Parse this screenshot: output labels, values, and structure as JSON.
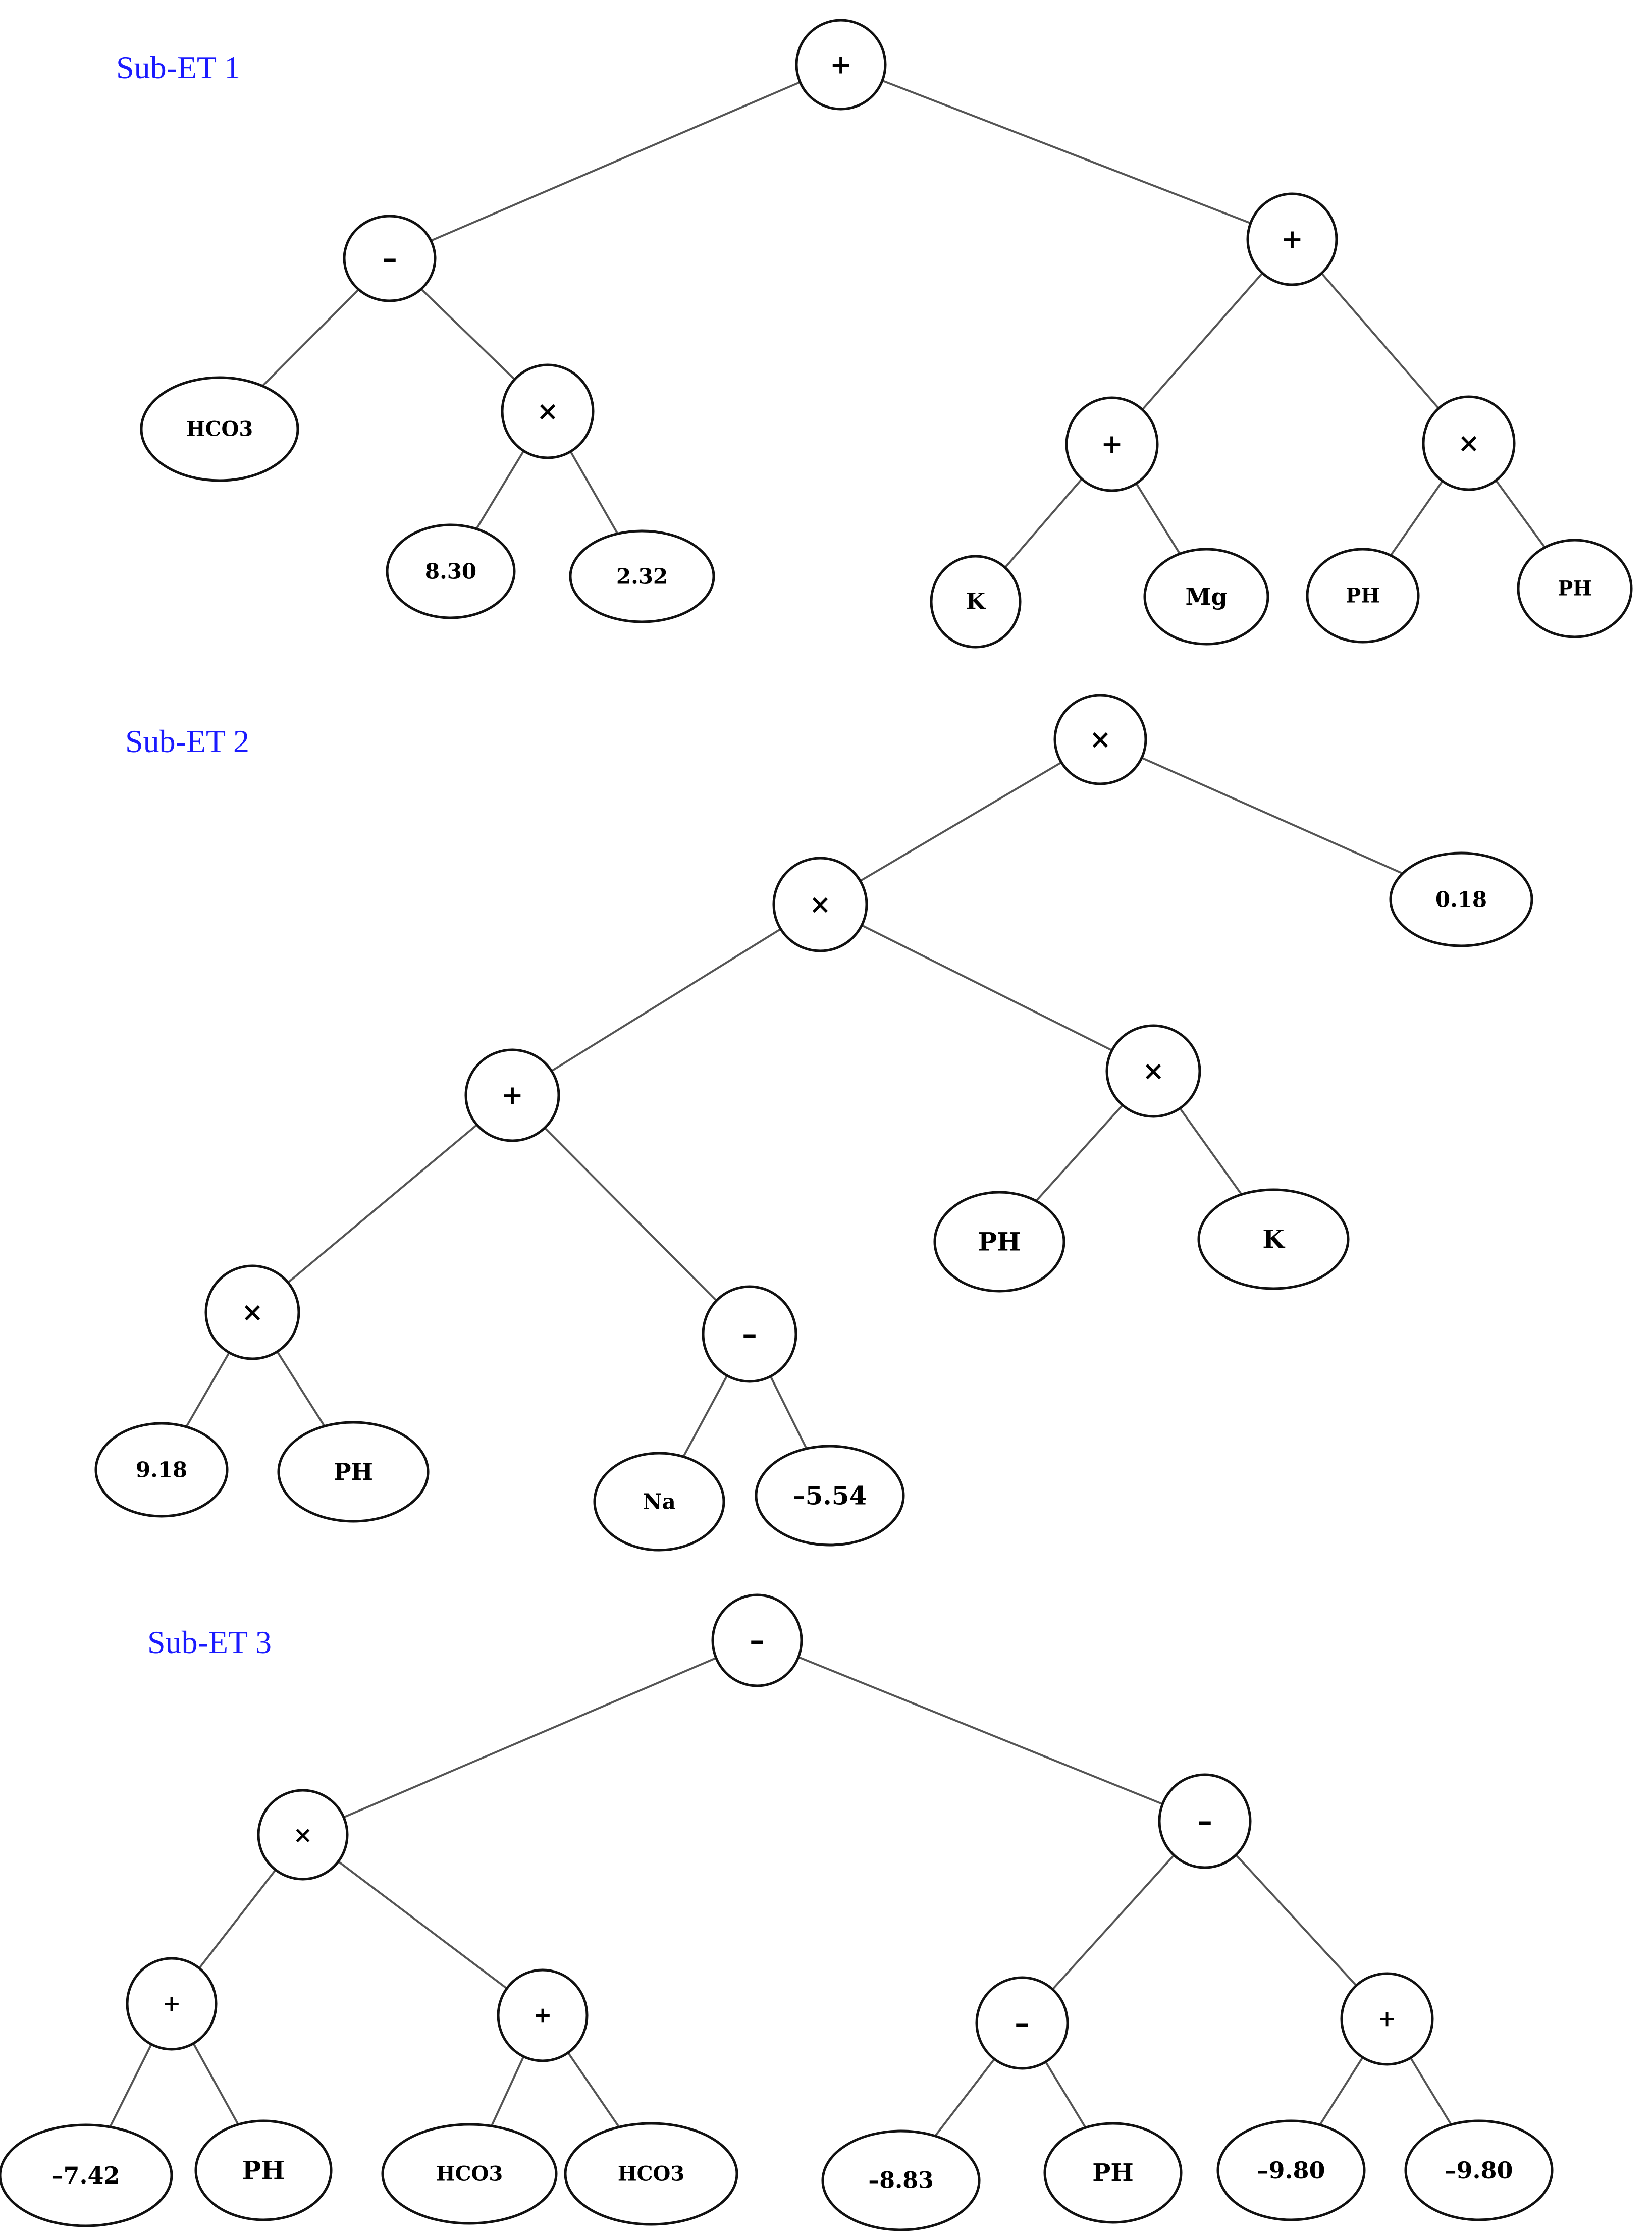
{
  "colors": {
    "title": "#1a1aff",
    "edge": "#555555",
    "node_stroke": "#111111",
    "text": "#000000"
  },
  "trees": [
    {
      "title": "Sub-ET 1",
      "nodes": [
        {
          "id": "a0",
          "label": "+"
        },
        {
          "id": "a1",
          "label": "–"
        },
        {
          "id": "a2",
          "label": "+"
        },
        {
          "id": "a3",
          "label": "HCO3"
        },
        {
          "id": "a4",
          "label": "×"
        },
        {
          "id": "a5",
          "label": "8.30"
        },
        {
          "id": "a6",
          "label": "2.32"
        },
        {
          "id": "a7",
          "label": "+"
        },
        {
          "id": "a8",
          "label": "×"
        },
        {
          "id": "a9",
          "label": "K"
        },
        {
          "id": "a10",
          "label": "Mg"
        },
        {
          "id": "a11",
          "label": "PH"
        },
        {
          "id": "a12",
          "label": "PH"
        }
      ],
      "edges": [
        [
          "a0",
          "a1"
        ],
        [
          "a0",
          "a2"
        ],
        [
          "a1",
          "a3"
        ],
        [
          "a1",
          "a4"
        ],
        [
          "a4",
          "a5"
        ],
        [
          "a4",
          "a6"
        ],
        [
          "a2",
          "a7"
        ],
        [
          "a2",
          "a8"
        ],
        [
          "a7",
          "a9"
        ],
        [
          "a7",
          "a10"
        ],
        [
          "a8",
          "a11"
        ],
        [
          "a8",
          "a12"
        ]
      ]
    },
    {
      "title": "Sub-ET 2",
      "nodes": [
        {
          "id": "b0",
          "label": "×"
        },
        {
          "id": "b1",
          "label": "×"
        },
        {
          "id": "b2",
          "label": "0.18"
        },
        {
          "id": "b3",
          "label": "+"
        },
        {
          "id": "b4",
          "label": "×"
        },
        {
          "id": "b5",
          "label": "PH"
        },
        {
          "id": "b6",
          "label": "K"
        },
        {
          "id": "b7",
          "label": "×"
        },
        {
          "id": "b8",
          "label": "–"
        },
        {
          "id": "b9",
          "label": "9.18"
        },
        {
          "id": "b10",
          "label": "PH"
        },
        {
          "id": "b11",
          "label": "Na"
        },
        {
          "id": "b12",
          "label": "–5.54"
        }
      ],
      "edges": [
        [
          "b0",
          "b1"
        ],
        [
          "b0",
          "b2"
        ],
        [
          "b1",
          "b3"
        ],
        [
          "b1",
          "b4"
        ],
        [
          "b4",
          "b5"
        ],
        [
          "b4",
          "b6"
        ],
        [
          "b3",
          "b7"
        ],
        [
          "b3",
          "b8"
        ],
        [
          "b7",
          "b9"
        ],
        [
          "b7",
          "b10"
        ],
        [
          "b8",
          "b11"
        ],
        [
          "b8",
          "b12"
        ]
      ]
    },
    {
      "title": "Sub-ET 3",
      "nodes": [
        {
          "id": "c0",
          "label": "–"
        },
        {
          "id": "c1",
          "label": "×"
        },
        {
          "id": "c2",
          "label": "–"
        },
        {
          "id": "c3",
          "label": "+"
        },
        {
          "id": "c4",
          "label": "+"
        },
        {
          "id": "c5",
          "label": "–"
        },
        {
          "id": "c6",
          "label": "+"
        },
        {
          "id": "c7",
          "label": "–7.42"
        },
        {
          "id": "c8",
          "label": "PH"
        },
        {
          "id": "c9",
          "label": "HCO3"
        },
        {
          "id": "c10",
          "label": "HCO3"
        },
        {
          "id": "c11",
          "label": "–8.83"
        },
        {
          "id": "c12",
          "label": "PH"
        },
        {
          "id": "c13",
          "label": "–9.80"
        },
        {
          "id": "c14",
          "label": "–9.80"
        }
      ],
      "edges": [
        [
          "c0",
          "c1"
        ],
        [
          "c0",
          "c2"
        ],
        [
          "c1",
          "c3"
        ],
        [
          "c1",
          "c4"
        ],
        [
          "c2",
          "c5"
        ],
        [
          "c2",
          "c6"
        ],
        [
          "c3",
          "c7"
        ],
        [
          "c3",
          "c8"
        ],
        [
          "c4",
          "c9"
        ],
        [
          "c4",
          "c10"
        ],
        [
          "c5",
          "c11"
        ],
        [
          "c5",
          "c12"
        ],
        [
          "c6",
          "c13"
        ],
        [
          "c6",
          "c14"
        ]
      ]
    }
  ]
}
